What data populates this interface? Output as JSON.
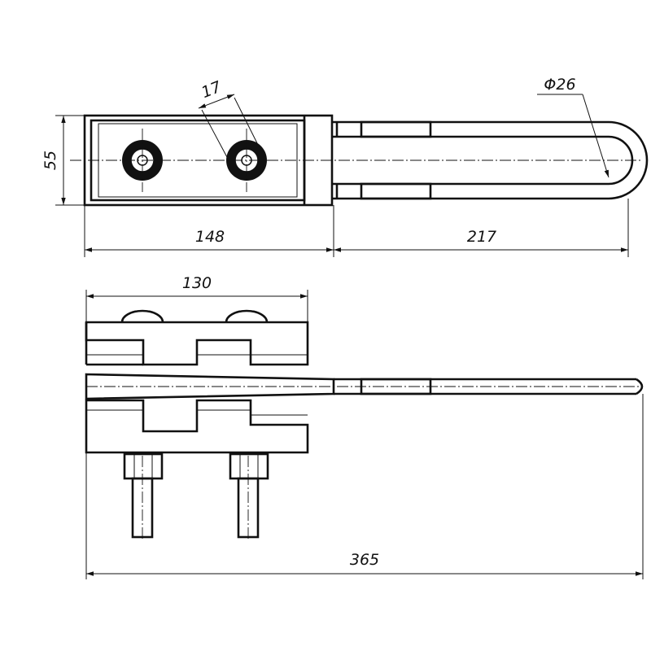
{
  "drawing": {
    "dimensions": {
      "height_top": "55",
      "slot_width": "17",
      "hole_diameter": "Φ26",
      "body_length": "148",
      "loop_length": "217",
      "side_body_length": "130",
      "overall_length": "365"
    }
  }
}
